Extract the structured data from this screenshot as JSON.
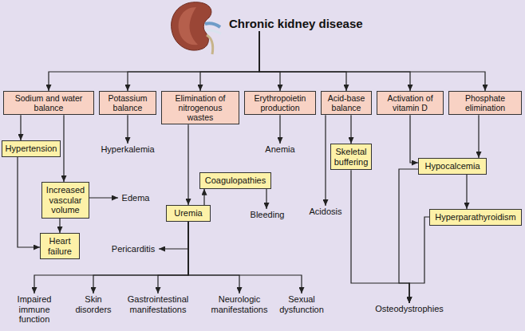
{
  "diagram": {
    "nodes": [
      {
        "text": [
          "Chronic kidney disease"
        ]
      },
      {
        "text": [
          "Sodium and water balance"
        ]
      },
      {
        "text": [
          "Potassium balance"
        ]
      },
      {
        "text": [
          "Elimination of nitrogenous wastes"
        ]
      },
      {
        "text": [
          "Erythropoietin production"
        ]
      },
      {
        "text": [
          "Acid-base balance"
        ]
      },
      {
        "text": [
          "Activation of vitamin D"
        ]
      },
      {
        "text": [
          "Phosphate elimination"
        ]
      },
      {
        "text": [
          "Hypertension"
        ]
      },
      {
        "text": [
          "Hyperkalemia"
        ]
      },
      {
        "text": [
          "Coagulopathies"
        ]
      },
      {
        "text": [
          "Anemia"
        ]
      },
      {
        "text": [
          "Skeletal buffering"
        ]
      },
      {
        "text": [
          "Hypocalcemia"
        ]
      },
      {
        "text": [
          "Increased vascular volume"
        ]
      },
      {
        "text": [
          "Edema"
        ]
      },
      {
        "text": [
          "Bleeding"
        ]
      },
      {
        "text": [
          "Uremia"
        ]
      },
      {
        "text": [
          "Hyperparathyroidism"
        ]
      },
      {
        "text": [
          "Acidosis"
        ]
      },
      {
        "text": [
          "Heart failure"
        ]
      },
      {
        "text": [
          "Pericarditis"
        ]
      },
      {
        "text": [
          "Impaired immune function"
        ]
      },
      {
        "text": [
          "Skin disorders"
        ]
      },
      {
        "text": [
          "Gastrointestinal manifestations"
        ]
      },
      {
        "text": [
          "Neurologic manifestations"
        ]
      },
      {
        "text": [
          "Sexual dysfunction"
        ]
      },
      {
        "text": [
          "Osteodystrophies"
        ]
      }
    ],
    "edges": [
      {
        "from": 0,
        "to": 1,
        "arrow": "to"
      },
      {
        "from": 0,
        "to": 2,
        "arrow": "to"
      },
      {
        "from": 0,
        "to": 3,
        "arrow": "to"
      },
      {
        "from": 0,
        "to": 4,
        "arrow": "to"
      },
      {
        "from": 0,
        "to": 5,
        "arrow": "to"
      },
      {
        "from": 0,
        "to": 6,
        "arrow": "to"
      },
      {
        "from": 0,
        "to": 7,
        "arrow": "to"
      },
      {
        "from": 1,
        "to": 8,
        "arrow": "to"
      },
      {
        "from": 1,
        "to": 14,
        "arrow": "to"
      },
      {
        "from": 8,
        "to": 20,
        "arrow": "to"
      },
      {
        "from": 14,
        "to": 15,
        "arrow": "to"
      },
      {
        "from": 14,
        "to": 20,
        "arrow": "to"
      },
      {
        "from": 2,
        "to": 9,
        "arrow": "to"
      },
      {
        "from": 3,
        "to": 17,
        "arrow": "to"
      },
      {
        "from": 17,
        "to": 10,
        "arrow": "to"
      },
      {
        "from": 10,
        "to": 16,
        "arrow": "to"
      },
      {
        "from": 17,
        "to": 21,
        "arrow": "to"
      },
      {
        "from": 17,
        "to": 22,
        "arrow": "to"
      },
      {
        "from": 17,
        "to": 23,
        "arrow": "to"
      },
      {
        "from": 17,
        "to": 24,
        "arrow": "to"
      },
      {
        "from": 17,
        "to": 25,
        "arrow": "to"
      },
      {
        "from": 17,
        "to": 26,
        "arrow": "to"
      },
      {
        "from": 4,
        "to": 11,
        "arrow": "to"
      },
      {
        "from": 5,
        "to": 12,
        "arrow": "to"
      },
      {
        "from": 5,
        "to": 19,
        "arrow": "to"
      },
      {
        "from": 12,
        "to": 27,
        "arrow": "to"
      },
      {
        "from": 6,
        "to": 13,
        "arrow": "to"
      },
      {
        "from": 7,
        "to": 13,
        "arrow": "to"
      },
      {
        "from": 13,
        "to": 18,
        "arrow": "to"
      },
      {
        "from": 13,
        "to": 27,
        "arrow": "to"
      },
      {
        "from": 18,
        "to": 27,
        "arrow": "to"
      }
    ]
  }
}
